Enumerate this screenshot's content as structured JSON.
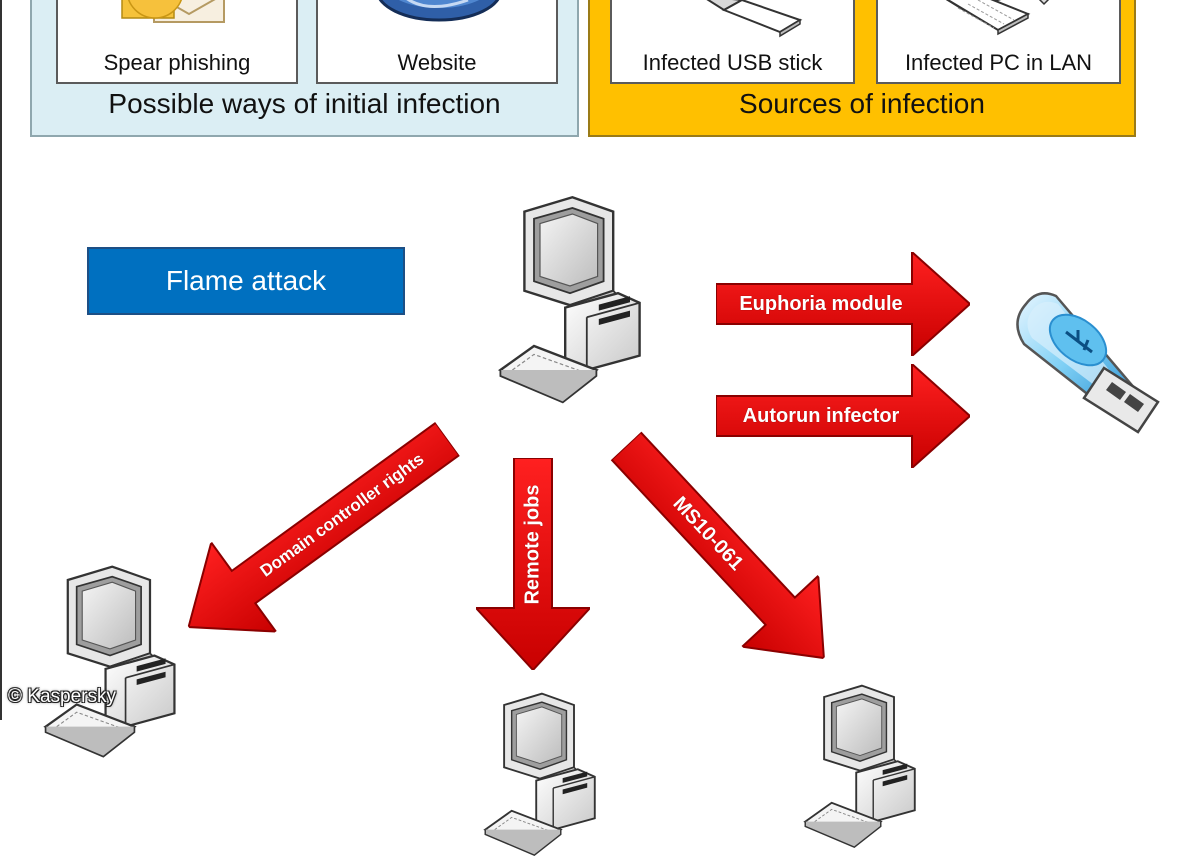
{
  "initial_infection": {
    "caption": "Possible ways of initial infection",
    "cards": [
      {
        "label": "Spear phishing",
        "icon": "email-icon"
      },
      {
        "label": "Website",
        "icon": "globe-icon"
      }
    ]
  },
  "sources_of_infection": {
    "caption": "Sources of infection",
    "cards": [
      {
        "label": "Infected USB stick",
        "icon": "usb-stick-icon"
      },
      {
        "label": "Infected PC in LAN",
        "icon": "pc-icon"
      }
    ]
  },
  "attack_label": "Flame attack",
  "modules": {
    "euphoria": "Euphoria module",
    "autorun": "Autorun infector",
    "domain": "Domain controller rights",
    "remote": "Remote jobs",
    "ms10": "MS10-061"
  },
  "copyright": "© Kaspersky",
  "colors": {
    "panel_initial": "#dbeef4",
    "panel_sources": "#ffc000",
    "attack_box": "#0070c0",
    "arrow": "#e00000"
  }
}
